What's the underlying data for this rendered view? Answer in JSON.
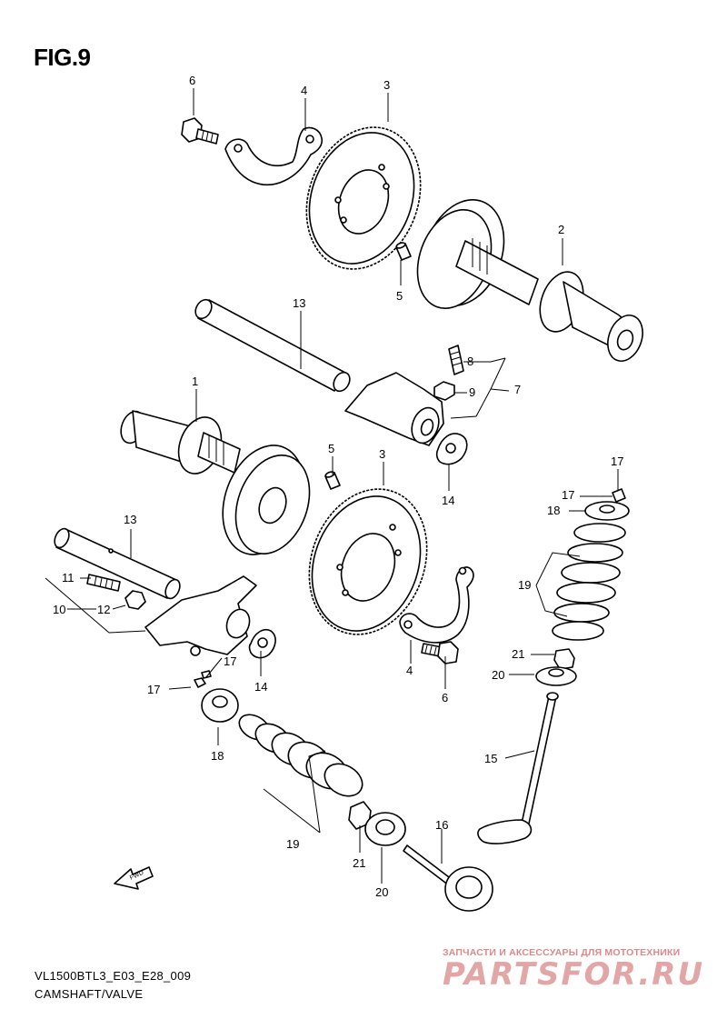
{
  "figure": {
    "title": "FIG.9",
    "code": "VL1500BTL3_E03_E28_009",
    "caption": "CAMSHAFT/VALVE"
  },
  "fwd_label": "FWD",
  "watermark": {
    "line1": "ЗАПЧАСТИ И АКСЕССУАРЫ ДЛЯ МОТОТЕХНИКИ",
    "line2": "PARTSFOR.RU"
  },
  "callouts": {
    "c6a": "6",
    "c4a": "4",
    "c3a": "3",
    "c2": "2",
    "c5a": "5",
    "c13a": "13",
    "c8": "8",
    "c9": "9",
    "c7": "7",
    "c1": "1",
    "c5b": "5",
    "c3b": "3",
    "c14a": "14",
    "c17a": "17",
    "c17b": "17",
    "c18a": "18",
    "c19a": "19",
    "c13b": "13",
    "c11": "11",
    "c10": "10",
    "c12": "12",
    "c17c": "17",
    "c17d": "17",
    "c14b": "14",
    "c18b": "18",
    "c4b": "4",
    "c6b": "6",
    "c21a": "21",
    "c20a": "20",
    "c15": "15",
    "c19b": "19",
    "c21b": "21",
    "c20b": "20",
    "c16": "16"
  }
}
